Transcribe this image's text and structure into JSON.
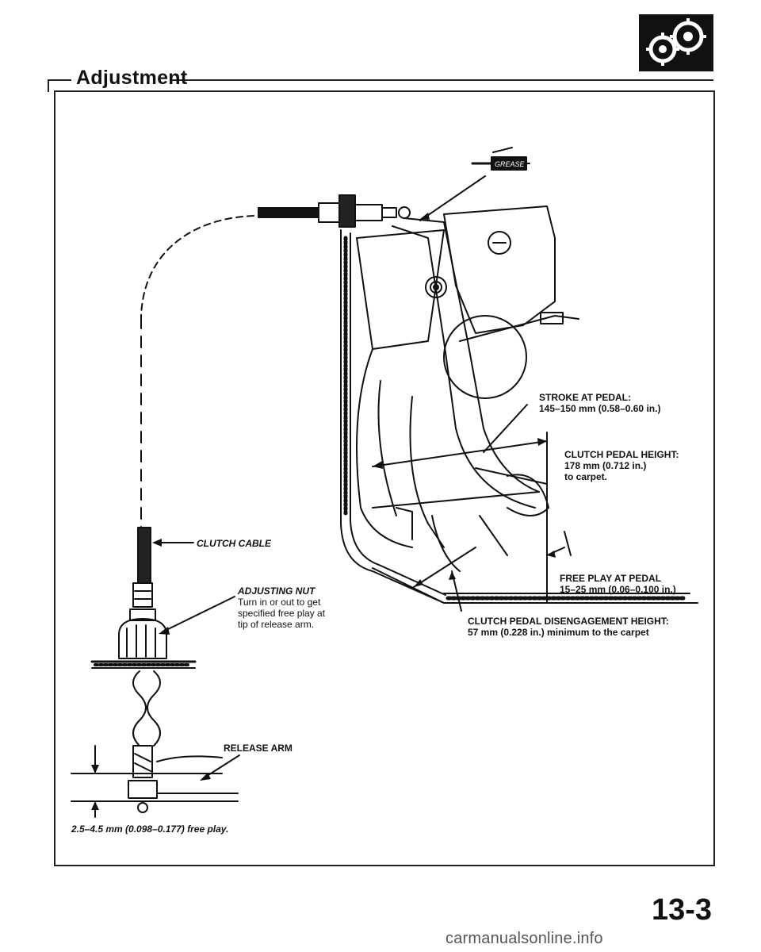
{
  "section_title": "Adjustment",
  "page_number": "13-3",
  "watermark": "carmanualsonline.info",
  "grease_tag": "GREASE",
  "callouts": {
    "stroke": {
      "title": "STROKE AT PEDAL:",
      "value": "145–150 mm (0.58–0.60 in.)"
    },
    "pedal_height": {
      "title": "CLUTCH PEDAL HEIGHT:",
      "line1": "178 mm (0.712 in.)",
      "line2": "to carpet."
    },
    "clutch_cable": {
      "title": "CLUTCH CABLE"
    },
    "adjusting_nut": {
      "title": "ADJUSTING NUT",
      "line1": "Turn in or out to get",
      "line2": "specified free play at",
      "line3": "tip of release arm."
    },
    "free_play": {
      "title": "FREE PLAY AT PEDAL",
      "value": "15–25 mm (0.06–0.100 in.)"
    },
    "disengagement": {
      "title": "CLUTCH PEDAL DISENGAGEMENT HEIGHT:",
      "value": "57 mm (0.228 in.) minimum to the carpet"
    },
    "release_arm": {
      "title": "RELEASE ARM"
    },
    "release_free_play": {
      "value": "2.5–4.5 mm (0.098–0.177) free play."
    }
  }
}
